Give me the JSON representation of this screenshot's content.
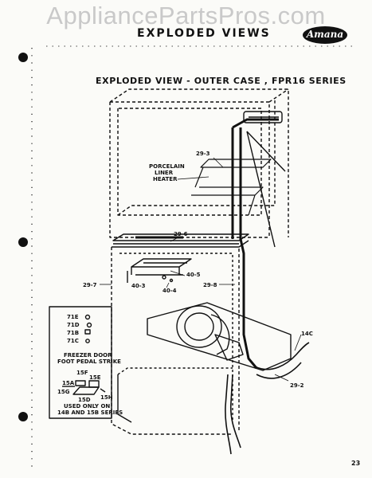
{
  "watermark": "AppliancePartsPros.com",
  "header": {
    "title": "EXPLODED VIEWS",
    "brand": "Amana"
  },
  "subtitle": "EXPLODED VIEW - OUTER CASE , FPR16 SERIES",
  "labels": {
    "p29_3": "29-3",
    "porcelain": "PORCELAIN",
    "liner": "LINER",
    "heater": "HEATER",
    "p29_6": "29-6",
    "p40_5": "40-5",
    "p40_3": "40-3",
    "p40_4": "40-4",
    "p29_7": "29-7",
    "p29_8": "29-8",
    "p14c": "14C",
    "p29_2": "29-2",
    "p71e": "71E",
    "p71d": "71D",
    "p71b": "71B",
    "p71c": "71C",
    "freezer_door": "FREEZER DOOR",
    "foot_pedal": "FOOT PEDAL STRIKE",
    "p15f": "15F",
    "p15e": "15E",
    "p15a": "15A",
    "p15g": "15G",
    "p15d": "15D",
    "p15h": "15H",
    "used_only": "USED ONLY ON",
    "series_note": "14B AND 15B SERIES"
  },
  "page_number": "23",
  "colors": {
    "ink": "#111111",
    "paper": "#fbfbf8",
    "watermark": "#c9c9c9"
  }
}
